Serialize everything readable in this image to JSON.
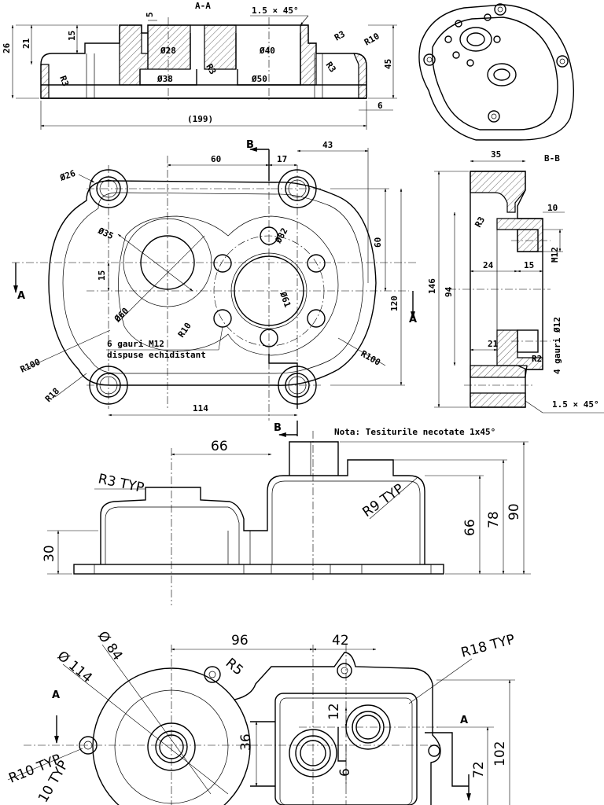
{
  "sections": {
    "aa": "A-A",
    "bb": "B-B"
  },
  "top_section": {
    "chamfer": "1.5 × 45°",
    "d26": "26",
    "d21": "21",
    "d15": "15",
    "d5": "5",
    "r3a": "R3",
    "r10": "R10",
    "d45": "45",
    "dia28": "Ø28",
    "dia40": "Ø40",
    "r3b": "R3",
    "r3c": "R3",
    "r3d": "R3",
    "dia38": "Ø38",
    "dia50": "Ø50",
    "d6": "6",
    "d199": "(199)"
  },
  "plan_view": {
    "d60": "60",
    "d17": "17",
    "d43": "43",
    "b_top": "B",
    "b_bottom": "B",
    "dia26": "Ø26",
    "dia35": "Ø35",
    "dia82": "Ø82",
    "d15": "15",
    "dia60": "Ø60",
    "dia61": "Ø61",
    "r10": "R10",
    "note_line1": "6 gauri M12",
    "note_line2": "dispuse echidistant",
    "r100a": "R100",
    "r100b": "R100",
    "r18": "R18",
    "d114": "114",
    "v60": "60",
    "v120": "120",
    "a_left": "A",
    "a_right": "A"
  },
  "section_bb": {
    "d35": "35",
    "d146": "146",
    "d94": "94",
    "r3": "R3",
    "d10": "10",
    "d24": "24",
    "d15": "15",
    "m12": "M12",
    "d21": "21",
    "r2": "R2",
    "holes": "4 gauri Ø12",
    "chamfer": "1.5 × 45°"
  },
  "note": "Nota: Tesiturile necotate 1x45°",
  "side_view": {
    "d66": "66",
    "r3typ": "R3 TYP",
    "r9typ": "R9 TYP",
    "d30": "30",
    "v66": "66",
    "v78": "78",
    "v90": "90"
  },
  "bottom_view": {
    "d96": "96",
    "d42": "42",
    "dia84": "Ø 84",
    "dia114": "Ø 114",
    "r5": "R5",
    "r18typ": "R18 TYP",
    "a_left": "A",
    "a_right": "A",
    "d12": "12",
    "d36": "36",
    "d6": "6",
    "d72": "72",
    "d102": "102",
    "r10typ": "R10 TYP",
    "d10typ": "10 TYP"
  }
}
